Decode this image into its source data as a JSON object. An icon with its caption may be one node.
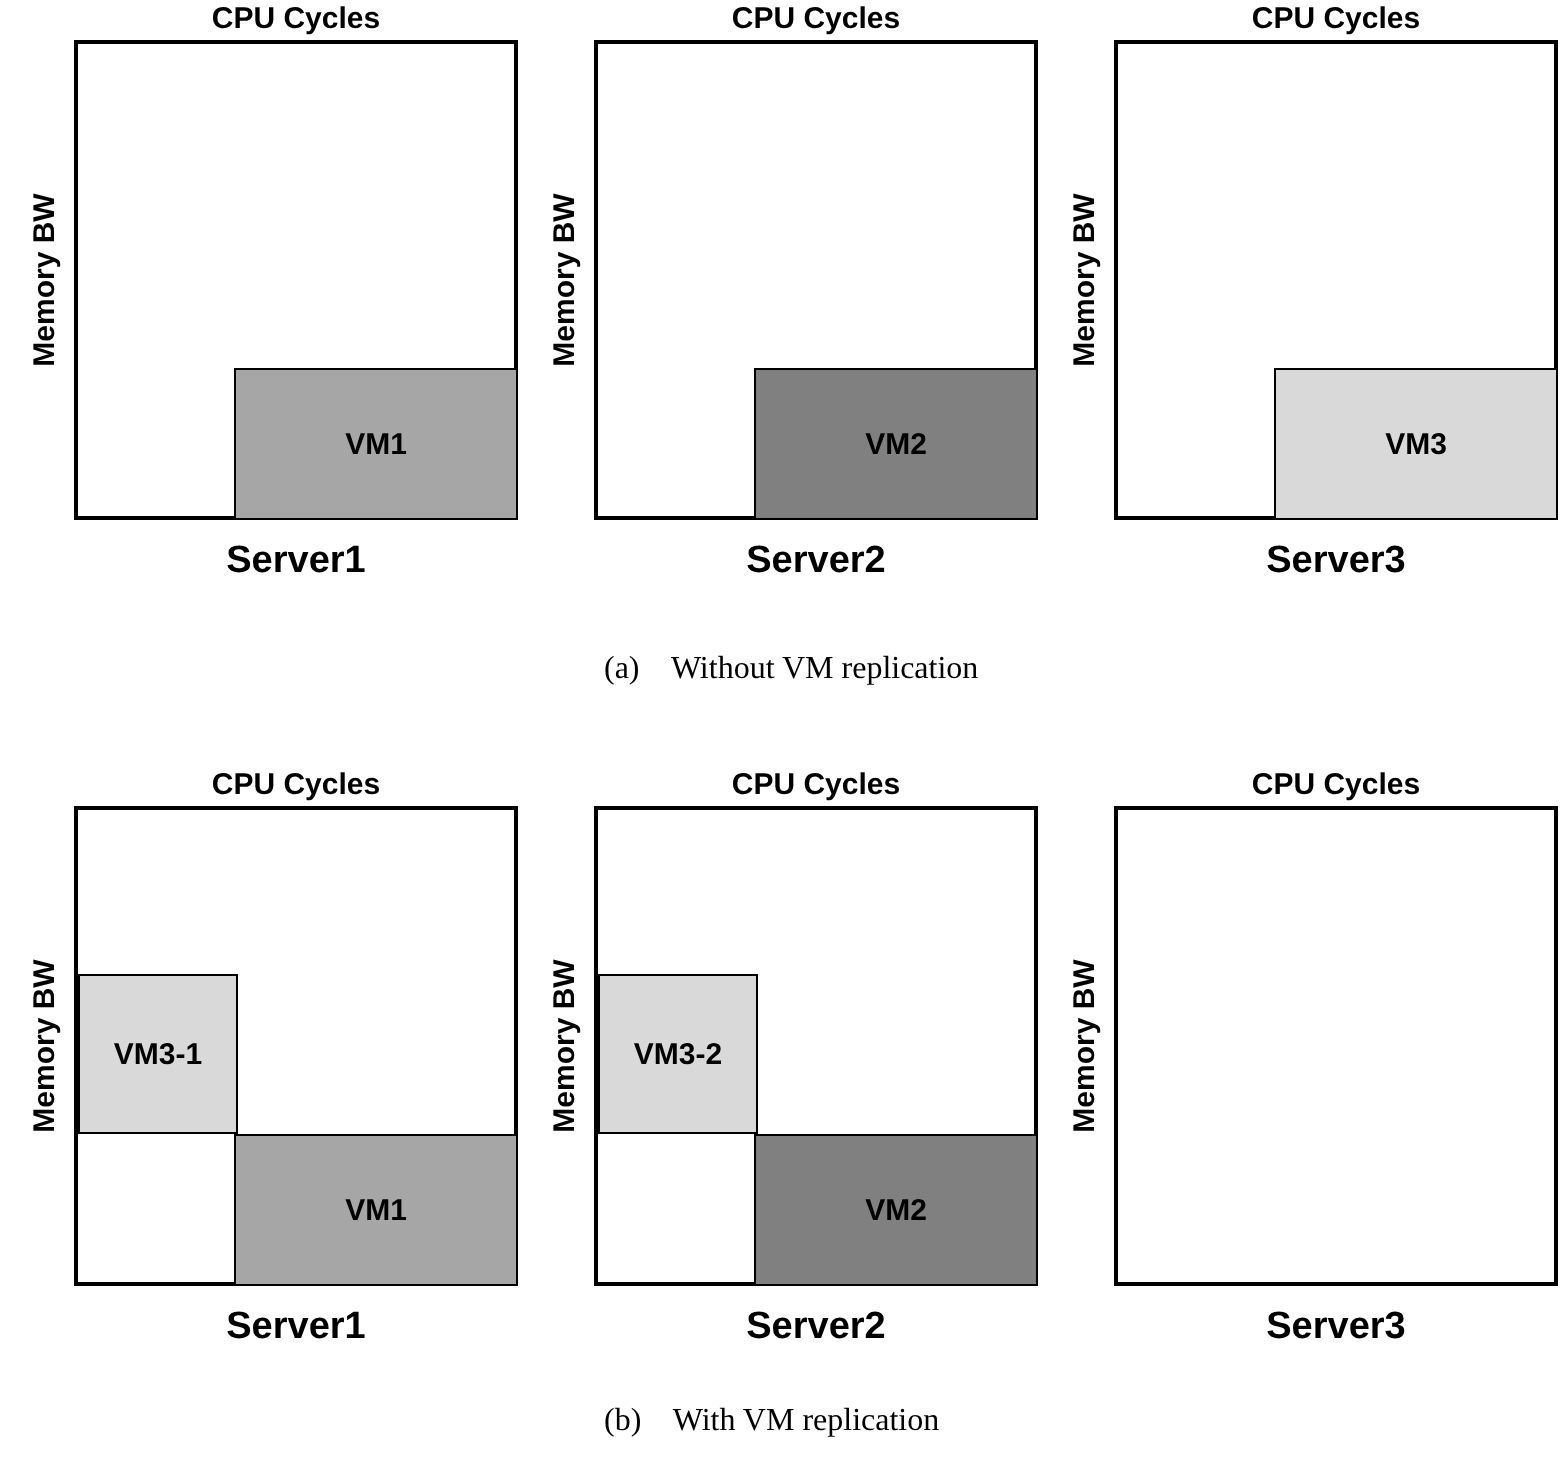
{
  "diagram": {
    "nodes": [
      {
        "text": [
          "CPU Cycles",
          "Memory BW",
          "Server1"
        ]
      },
      {
        "text": [
          "VM1"
        ],
        "in": 0
      },
      {
        "text": [
          "CPU Cycles",
          "Memory BW",
          "Server2"
        ]
      },
      {
        "text": [
          "VM2"
        ],
        "in": 2
      },
      {
        "text": [
          "CPU Cycles",
          "Memory BW",
          "Server3"
        ]
      },
      {
        "text": [
          "VM3"
        ],
        "in": 4
      },
      {
        "text": [
          "CPU Cycles",
          "Memory BW",
          "Server1"
        ]
      },
      {
        "text": [
          "VM3-1"
        ],
        "in": 6
      },
      {
        "text": [
          "VM1"
        ],
        "in": 6
      },
      {
        "text": [
          "CPU Cycles",
          "Memory BW",
          "Server2"
        ]
      },
      {
        "text": [
          "VM3-2"
        ],
        "in": 9
      },
      {
        "text": [
          "VM2"
        ],
        "in": 9
      },
      {
        "text": [
          "CPU Cycles",
          "Memory BW",
          "Server3"
        ]
      }
    ],
    "labels": [
      "(a)    Without VM replication",
      "(b)    With VM replication"
    ]
  }
}
